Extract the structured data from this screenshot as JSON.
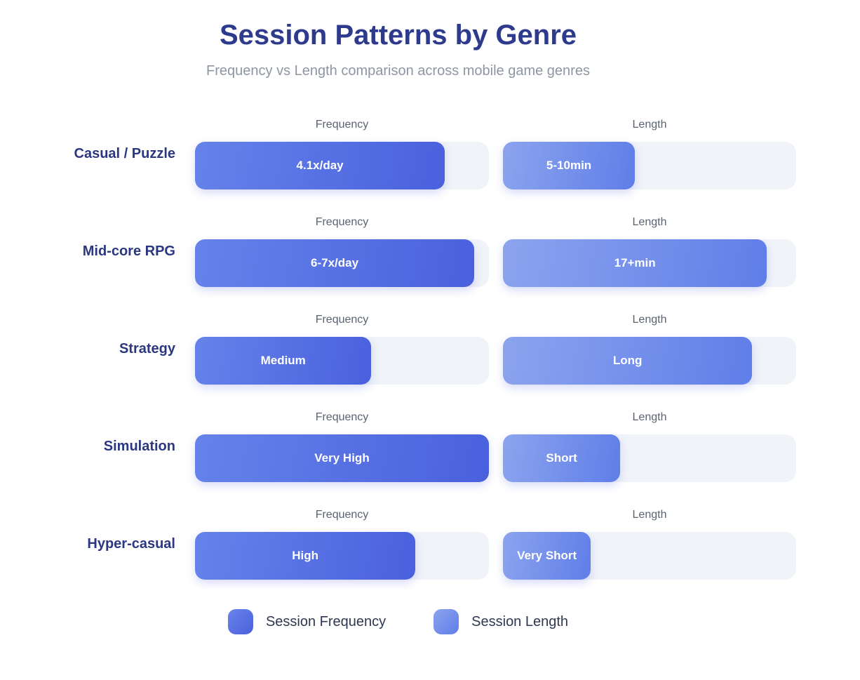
{
  "header": {
    "title": "Session Patterns by Genre",
    "subtitle": "Frequency vs Length comparison across mobile game genres"
  },
  "columns": {
    "frequency_header": "Frequency",
    "length_header": "Length"
  },
  "legend": {
    "frequency_label": "Session Frequency",
    "length_label": "Session Length"
  },
  "colors": {
    "title": "#2E3A8C",
    "subtitle": "#8E96A2",
    "genre_label": "#2B3780",
    "column_header": "#5A6372",
    "track": "#F0F3F8",
    "frequency_gradient_start": "#6583EA",
    "frequency_gradient_end": "#4A60DD",
    "length_gradient_start": "#8CA4EE",
    "length_gradient_end": "#5F7EE8",
    "bar_text": "#FFFFFF",
    "legend_text": "#2E3850"
  },
  "chart_data": {
    "type": "bar",
    "orientation": "horizontal",
    "title": "Session Patterns by Genre",
    "subtitle": "Frequency vs Length comparison across mobile game genres",
    "categories": [
      "Casual / Puzzle",
      "Mid-core RPG",
      "Strategy",
      "Simulation",
      "Hyper-casual"
    ],
    "series": [
      {
        "name": "Session Frequency",
        "column_header": "Frequency",
        "labels": [
          "4.1x/day",
          "6-7x/day",
          "Medium",
          "Very High",
          "High"
        ],
        "values_percent": [
          85,
          95,
          60,
          100,
          75
        ]
      },
      {
        "name": "Session Length",
        "column_header": "Length",
        "labels": [
          "5-10min",
          "17+min",
          "Long",
          "Short",
          "Very Short"
        ],
        "values_percent": [
          45,
          90,
          85,
          40,
          30
        ]
      }
    ],
    "legend_position": "bottom",
    "grid": false,
    "xlim": [
      0,
      100
    ]
  }
}
